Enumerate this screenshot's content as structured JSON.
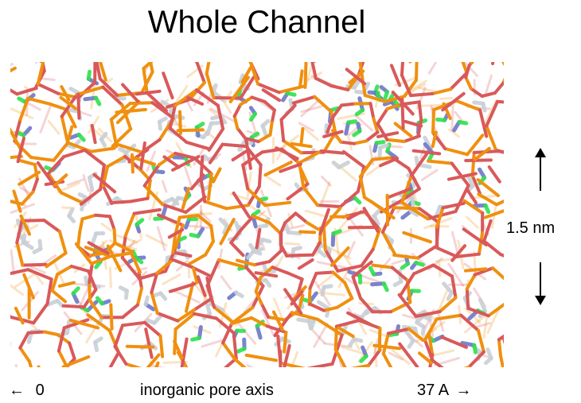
{
  "title": "Whole Channel",
  "scale": {
    "label": "1.5 nm"
  },
  "axis": {
    "left_arrow": "←",
    "left_value": "0",
    "middle_label": "inorganic pore axis",
    "right_value": "37 A",
    "right_arrow": "→"
  },
  "colors": {
    "framework_primary": "#d9595a",
    "framework_secondary": "#f0900f",
    "ligand_carbon": "#2fe04d",
    "ligand_nitrogen": "#6b78c8",
    "ligand_hydrogen": "#c9cfd6"
  }
}
